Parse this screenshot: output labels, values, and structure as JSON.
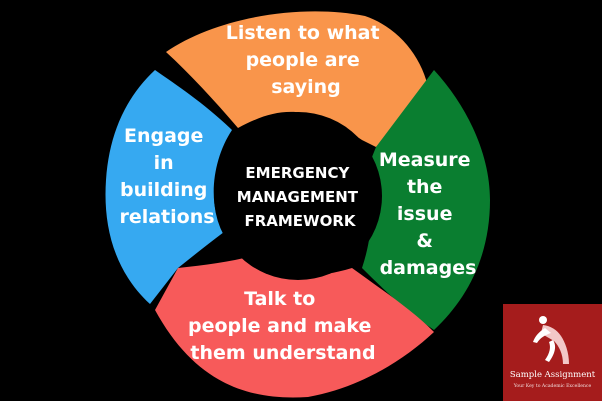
{
  "diagram": {
    "center": {
      "lines": [
        "EMERGENCY",
        "MANAGEMENT",
        "FRAMEWORK"
      ]
    },
    "segments": [
      {
        "id": "listen",
        "color": "#f9954b",
        "lines": [
          "Listen to what",
          "people are",
          "saying"
        ]
      },
      {
        "id": "measure",
        "color": "#0a7e30",
        "lines": [
          "Measure",
          "the",
          "issue",
          "&",
          "damages"
        ]
      },
      {
        "id": "talk",
        "color": "#f75a5a",
        "lines": [
          "Talk to",
          "people and make",
          "them understand"
        ]
      },
      {
        "id": "engage",
        "color": "#36a9f1",
        "lines": [
          "Engage",
          "in",
          "building",
          "relations"
        ]
      }
    ]
  },
  "watermark": {
    "name": "Sample Assignment",
    "tagline": "Your Key to Academic Excellence",
    "color": "#a51c1c"
  }
}
